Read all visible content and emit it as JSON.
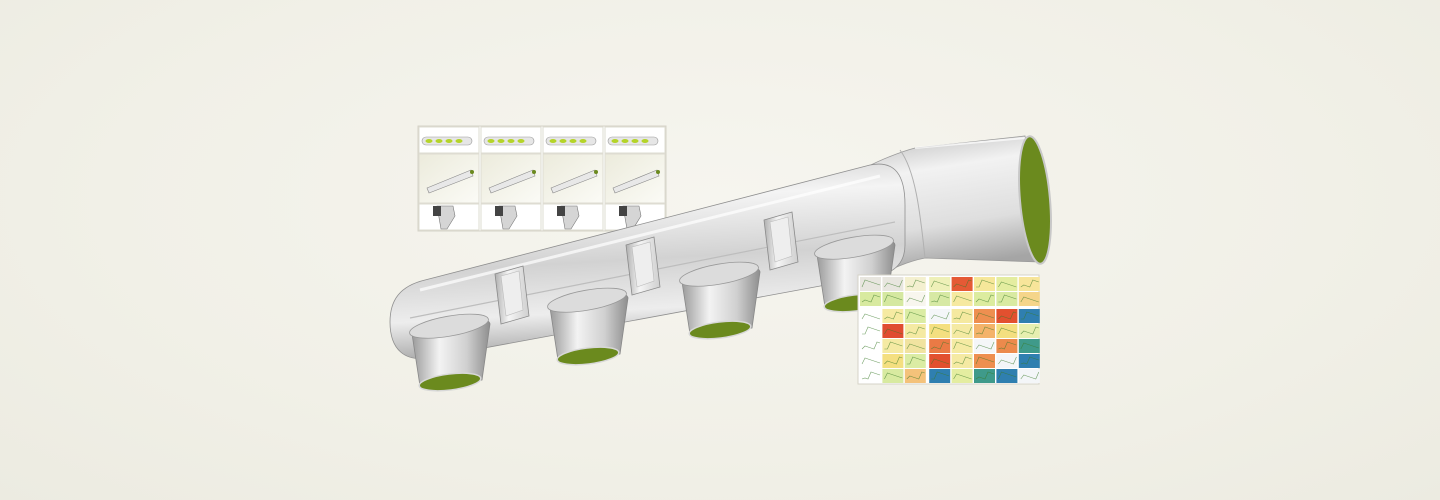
{
  "scene": {
    "subject": "intake-manifold-3d-model",
    "colors": {
      "background": "#f2f1ea",
      "port_face": "#6b8a1e",
      "body": "#d8d8d8"
    },
    "ports_count": 4
  },
  "thumbnail_panel": {
    "columns": 4,
    "rows": [
      "top-view",
      "iso-view",
      "detail-view"
    ]
  },
  "matrix_plot": {
    "rows": 7,
    "columns": 8,
    "cell_colors": [
      [
        "#e8e6df",
        "#e8e6df",
        "#f4f0d0",
        "#eef0b8",
        "#e55a35",
        "#f6e79a",
        "#e4eda0",
        "#f7e59a"
      ],
      [
        "#d8eaa0",
        "#d5e8a0",
        "#f8f6ee",
        "#d7e9a4",
        "#f6e9a0",
        "#dcec9f",
        "#d9eaa2",
        "#f5d58a"
      ],
      [
        "#ffffff",
        "#f6eaa2",
        "#dbeca4",
        "#f4f6f8",
        "#f5e9a0",
        "#ee8f50",
        "#e2502f",
        "#2f7fb0"
      ],
      [
        "#ffffff",
        "#e04c30",
        "#f5eaa3",
        "#f4df80",
        "#f5eaa3",
        "#f4b36a",
        "#f4df80",
        "#e7efb0"
      ],
      [
        "#ffffff",
        "#f5eaa3",
        "#f1e3a0",
        "#ea7a45",
        "#f5eaa3",
        "#f4f6f8",
        "#ec8a4c",
        "#3f9a8a"
      ],
      [
        "#ffffff",
        "#f4df80",
        "#dbeca4",
        "#e2502f",
        "#f5eaa3",
        "#ee8f50",
        "#f4f6f8",
        "#2f7fb0"
      ],
      [
        "#ffffff",
        "#d8eaa0",
        "#f4c27a",
        "#2f7fb0",
        "#e4eda0",
        "#3f9a8a",
        "#2f7fb0",
        "#f4f6f8"
      ]
    ]
  }
}
